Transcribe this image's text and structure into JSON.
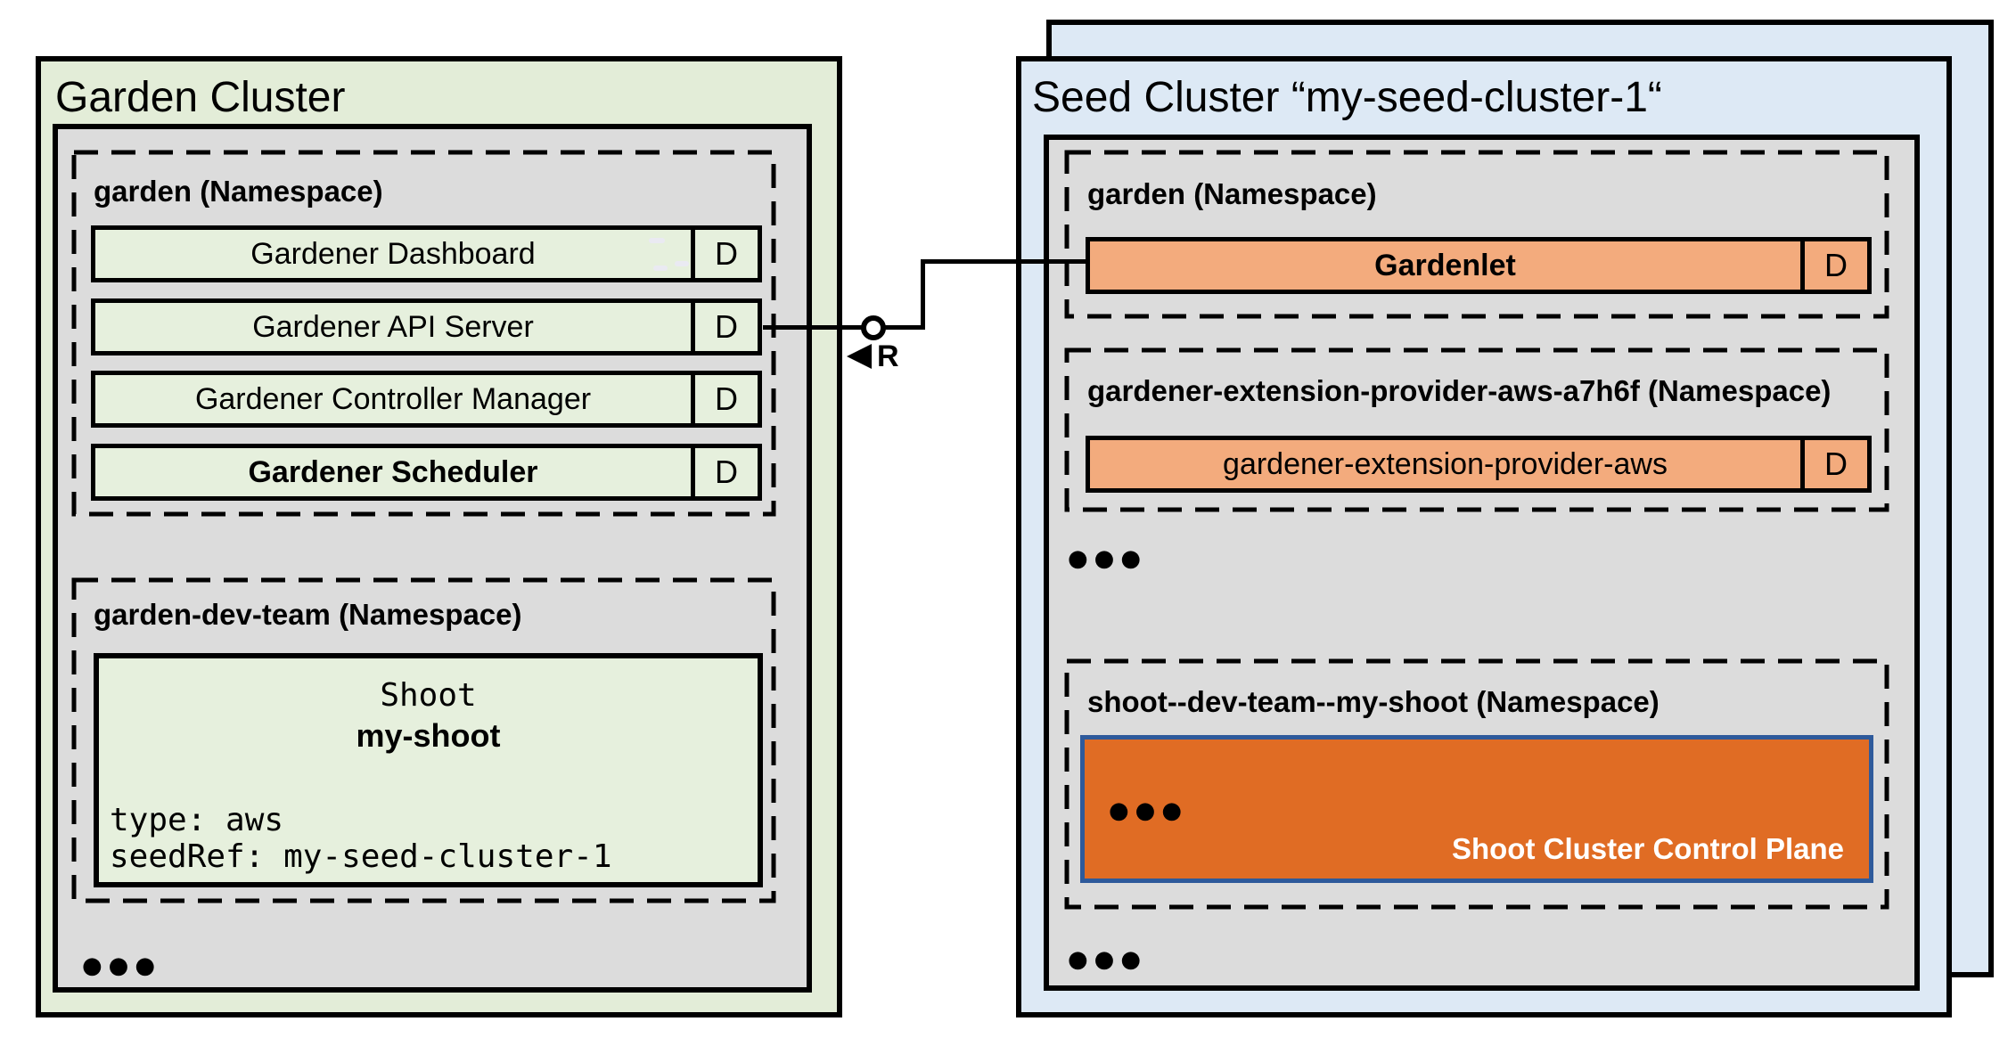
{
  "colors": {
    "garden_cluster_fill": "#e3edd8",
    "component_green_fill": "#e6f0dd",
    "namespace_gray_fill": "#dcdcdc",
    "seed_cluster_fill": "#dde9f5",
    "component_orange_fill": "#f3ab7d",
    "control_plane_fill": "#e06c24",
    "control_plane_border": "#2e5a9b",
    "line_black": "#000000"
  },
  "garden_cluster": {
    "title": "Garden Cluster",
    "garden_namespace": {
      "label": "garden (Namespace)",
      "components": [
        {
          "label": "Gardener Dashboard",
          "badge": "D"
        },
        {
          "label": "Gardener API Server",
          "badge": "D"
        },
        {
          "label": "Gardener Controller Manager",
          "badge": "D"
        },
        {
          "label": "Gardener Scheduler",
          "badge": "D"
        }
      ]
    },
    "dev_team_namespace": {
      "label": "garden-dev-team (Namespace)",
      "shoot": {
        "kind": "Shoot",
        "name": "my-shoot",
        "spec_line_1": "type: aws",
        "spec_line_2": "seedRef: my-seed-cluster-1"
      }
    },
    "more_indicator": "●●●"
  },
  "seed_cluster": {
    "title": "Seed Cluster “my-seed-cluster-1“",
    "garden_namespace": {
      "label": "garden (Namespace)",
      "components": [
        {
          "label": "Gardenlet",
          "badge": "D"
        }
      ]
    },
    "extension_namespace": {
      "label": "gardener-extension-provider-aws-a7h6f (Namespace)",
      "components": [
        {
          "label": "gardener-extension-provider-aws",
          "badge": "D"
        }
      ]
    },
    "more_indicator_1": "●●●",
    "shoot_namespace": {
      "label": "shoot--dev-team--my-shoot (Namespace)",
      "control_plane": {
        "label": "Shoot Cluster Control Plane",
        "more_indicator": "●●●"
      }
    },
    "more_indicator_2": "●●●"
  },
  "connector": {
    "label": "R"
  }
}
